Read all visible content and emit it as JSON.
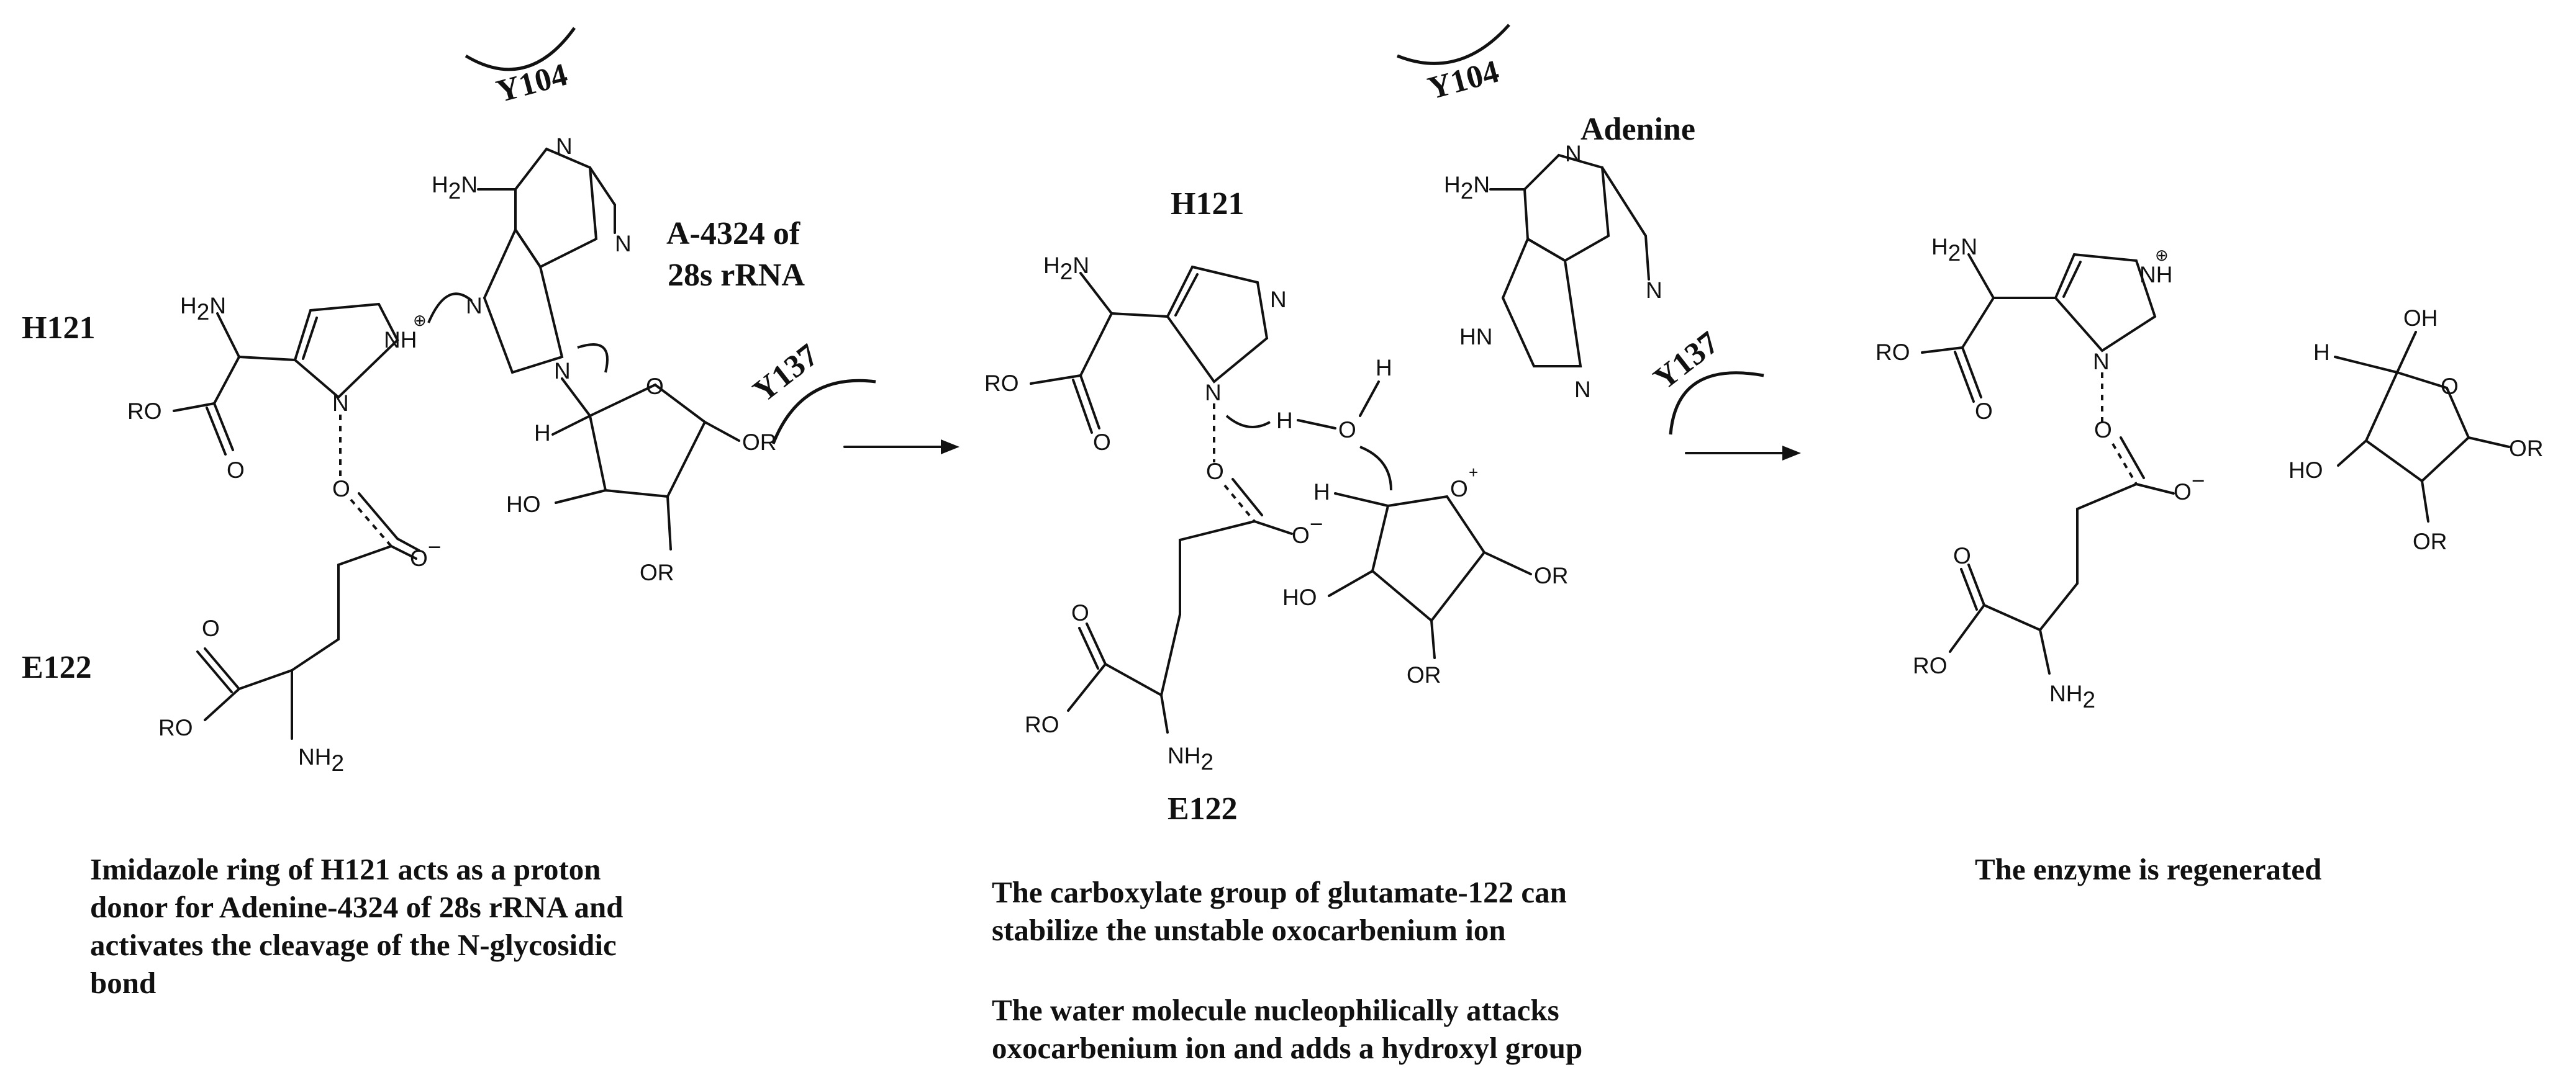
{
  "panel1": {
    "res_h121": "H121",
    "res_e122": "E122",
    "res_y104": "Y104",
    "res_y137": "Y137",
    "substrate_label_line1": "A-4324 of",
    "substrate_label_line2": "28s rRNA",
    "caption": [
      "Imidazole ring of H121 acts as a proton",
      "donor for Adenine-4324 of 28s rRNA and",
      "activates the cleavage of the N-glycosidic",
      "bond"
    ]
  },
  "panel2": {
    "res_h121": "H121",
    "res_e122": "E122",
    "res_y104": "Y104",
    "res_y137": "Y137",
    "adenine_label": "Adenine",
    "caption_a": [
      "The carboxylate group of glutamate-122 can",
      "stabilize the unstable oxocarbenium ion"
    ],
    "caption_b": [
      "The water molecule nucleophilically attacks",
      "oxocarbenium ion and adds a hydroxyl group"
    ]
  },
  "panel3": {
    "caption": "The enzyme is regenerated"
  },
  "atoms": {
    "H2N": "H2N",
    "NH2": "NH2",
    "RO": "RO",
    "OR": "OR",
    "HO": "HO",
    "OH": "OH",
    "O": "O",
    "N": "N",
    "NH": "NH",
    "HN": "HN",
    "H": "H",
    "minus": "−",
    "plus": "+",
    "oplus": "⊕"
  }
}
